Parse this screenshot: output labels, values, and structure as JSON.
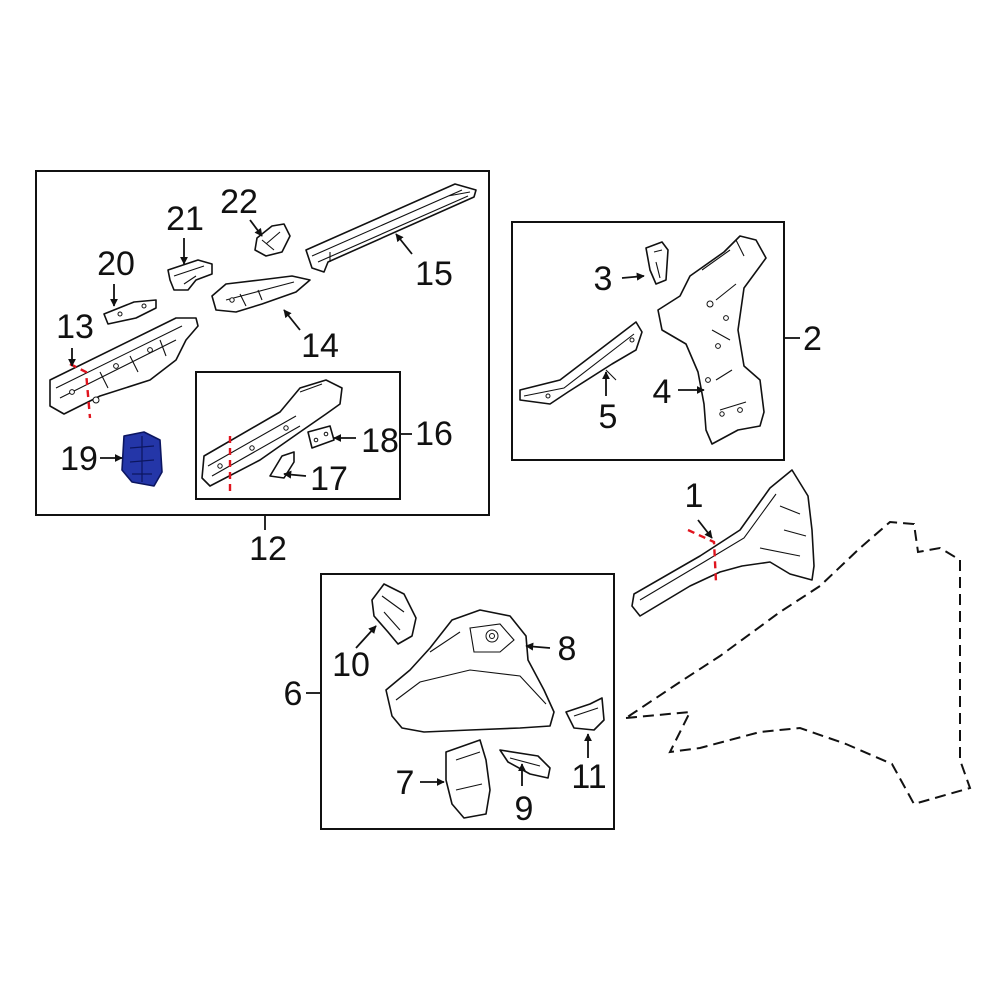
{
  "diagram": {
    "highlight_color": "#2436a8",
    "cut_line_color": "#e0141e",
    "callouts": {
      "c1": "1",
      "c2": "2",
      "c3": "3",
      "c4": "4",
      "c5": "5",
      "c6": "6",
      "c7": "7",
      "c8": "8",
      "c9": "9",
      "c10": "10",
      "c11": "11",
      "c12": "12",
      "c13": "13",
      "c14": "14",
      "c15": "15",
      "c16": "16",
      "c17": "17",
      "c18": "18",
      "c19": "19",
      "c20": "20",
      "c21": "21",
      "c22": "22"
    },
    "highlighted_part": "19"
  }
}
